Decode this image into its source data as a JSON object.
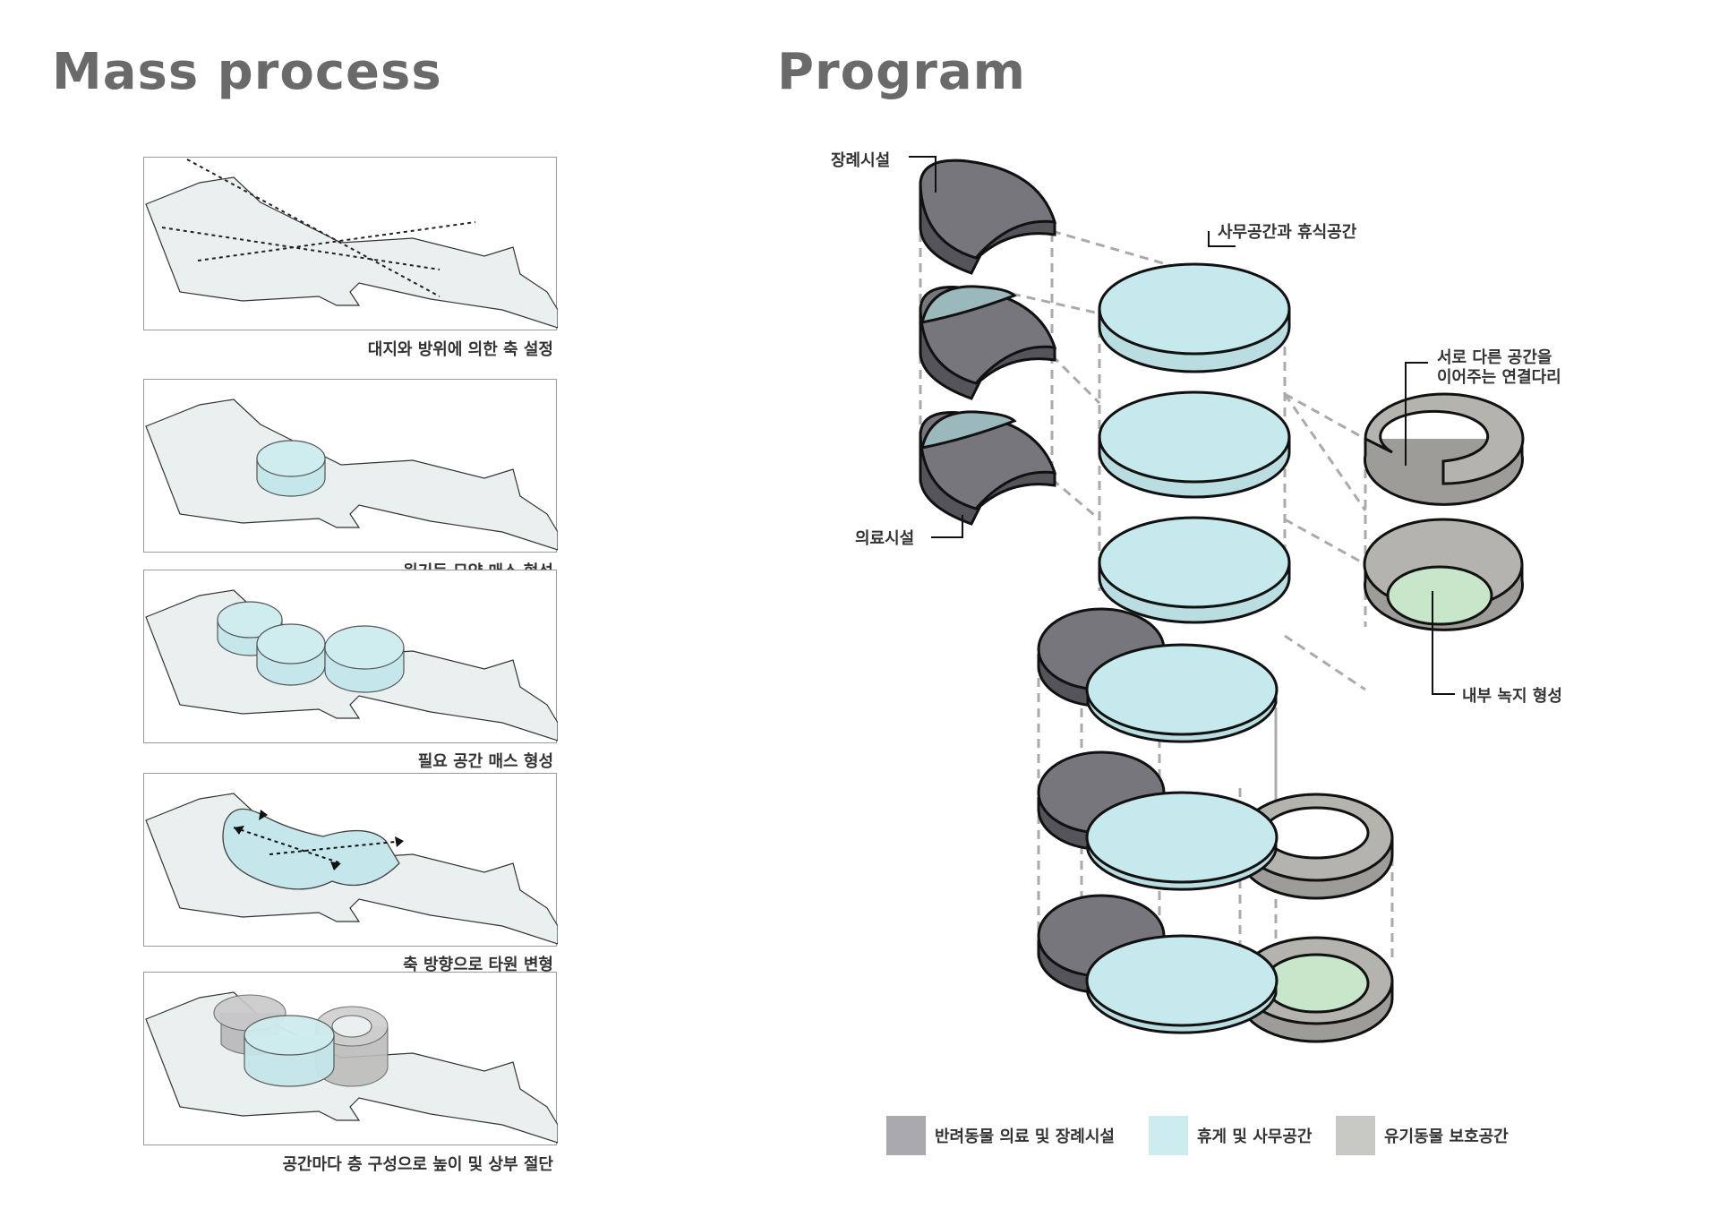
{
  "titles": {
    "mass": "Mass process",
    "program": "Program"
  },
  "mass_steps": [
    "대지와 방위에 의한 축 설정",
    "원기둥 모양 매스 형성",
    "필요 공간 매스 형성",
    "축 방향으로 타원 변형",
    "공간마다 층 구성으로 높이 및 상부 절단"
  ],
  "program_labels": {
    "funeral": "장례시설",
    "medical": "의료시설",
    "office_rest": "사무공간과 휴식공간",
    "bridge_line1": "서로 다른 공간을",
    "bridge_line2": "이어주는 연결다리",
    "green": "내부 녹지 형성"
  },
  "legend": [
    {
      "label": "반려동물 의료 및 장례시설",
      "color": "#a9a9ae"
    },
    {
      "label": "휴게 및 사무공간",
      "color": "#cdecef"
    },
    {
      "label": "유기동물 보호공간",
      "color": "#c8c8c4"
    }
  ],
  "colors": {
    "dark_mass": "#77767c",
    "cyan_mass": "#c5e9ec",
    "gray_ring": "#b5b3ae",
    "green": "#c8e6c9",
    "site": "#e9f0ef"
  }
}
